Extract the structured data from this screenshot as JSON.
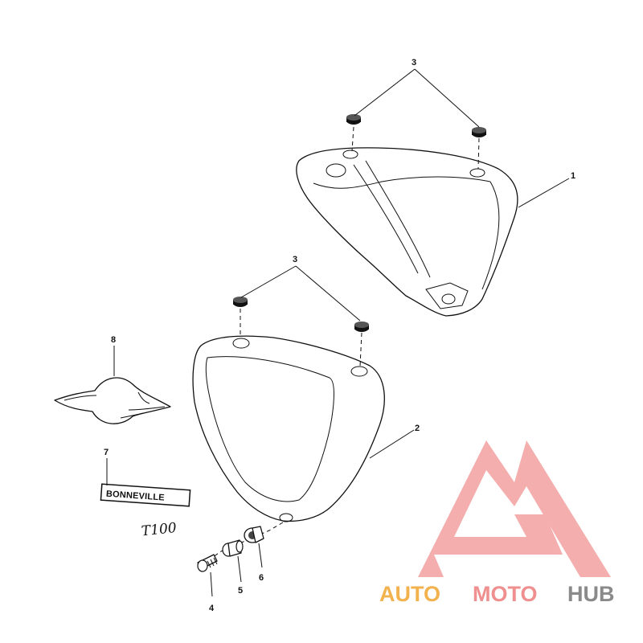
{
  "callouts": {
    "c1": "1",
    "c2": "2",
    "c3_top": "3",
    "c3_mid": "3",
    "c4": "4",
    "c5": "5",
    "c6": "6",
    "c7": "7",
    "c8": "8"
  },
  "decal": {
    "bonneville": "BONNEVILLE",
    "model": "T100"
  },
  "watermark": {
    "auto": "AUTO",
    "moto": "MOTO",
    "hub": "HUB",
    "logo_color": "#f2a0a0"
  }
}
